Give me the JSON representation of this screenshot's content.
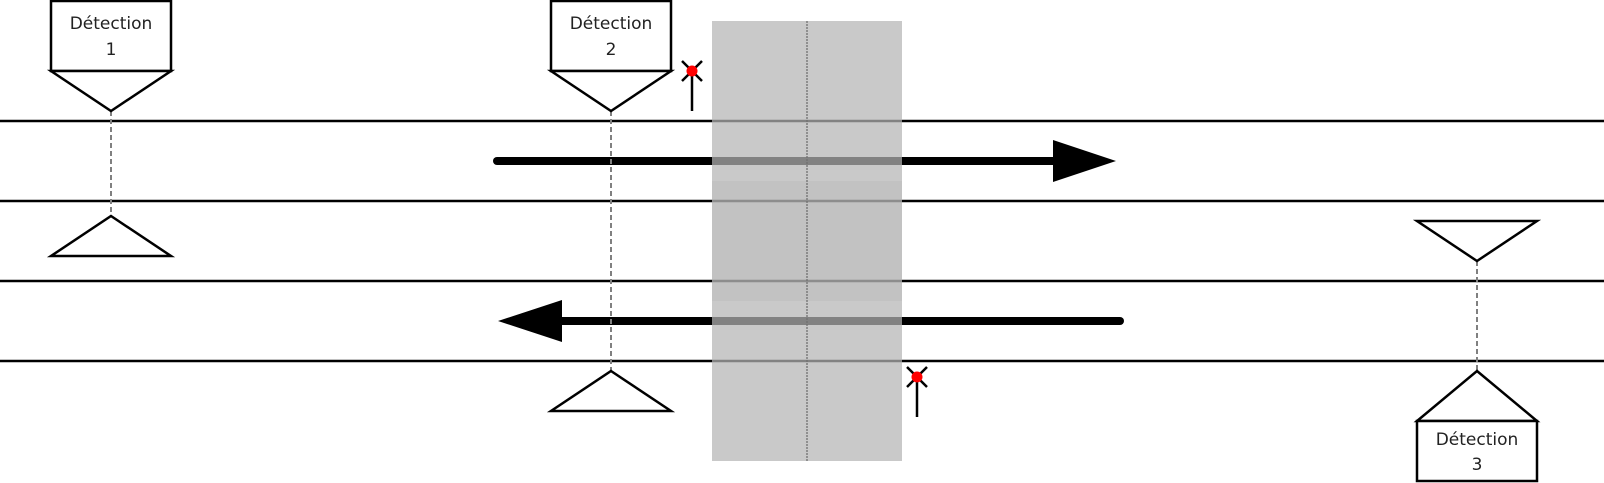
{
  "diagram": {
    "title": "",
    "colors": {
      "line": "#000000",
      "dashed": "#808080",
      "zone": "#c0c0c0",
      "signal": "#ff0000"
    },
    "detectors": [
      {
        "label_line1": "Détection",
        "label_line2": "1"
      },
      {
        "label_line1": "Détection",
        "label_line2": "2"
      },
      {
        "label_line1": "Détection",
        "label_line2": "3"
      }
    ],
    "traffic": [
      {
        "direction": "right"
      },
      {
        "direction": "left"
      }
    ],
    "signals": [
      {
        "state": "red"
      },
      {
        "state": "red"
      }
    ],
    "zone": {
      "name": "crossing-zone"
    }
  }
}
